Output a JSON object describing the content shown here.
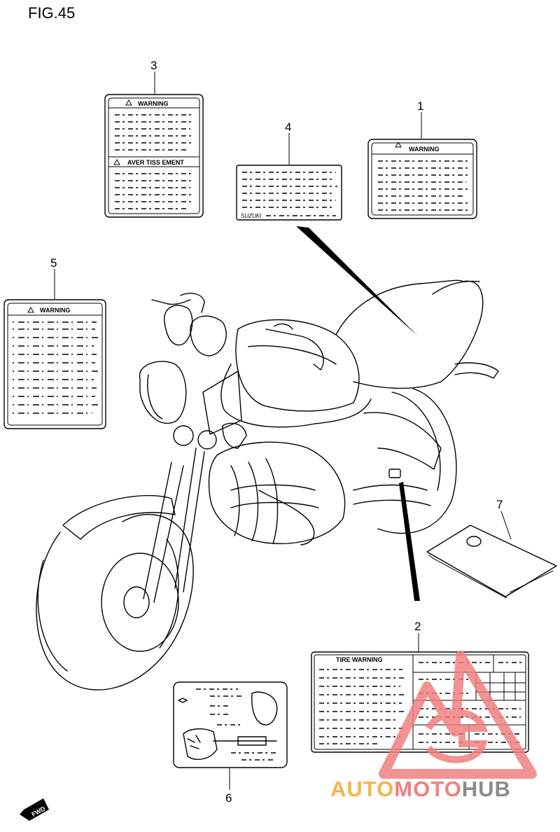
{
  "figure": {
    "title": "FIG.45"
  },
  "callouts": [
    "1",
    "2",
    "3",
    "4",
    "5",
    "6",
    "7"
  ],
  "labels": {
    "l1_warning": "WARNING",
    "l3_warning": "WARNING",
    "l3_aver": "AVER TISS EMENT",
    "l4_brand": "SUZUKI",
    "l5_warning": "WARNING",
    "l2_title": "TIRE WARNING"
  },
  "badge": {
    "text": "FWD"
  },
  "watermark": {
    "part1": "AUTO",
    "part2": "MOTO",
    "part3": "HUB"
  },
  "colors": {
    "watermark_red": "#f08080",
    "watermark_orange": "#f5b54a",
    "watermark_gray": "#8c8c8c",
    "line": "#000000"
  }
}
